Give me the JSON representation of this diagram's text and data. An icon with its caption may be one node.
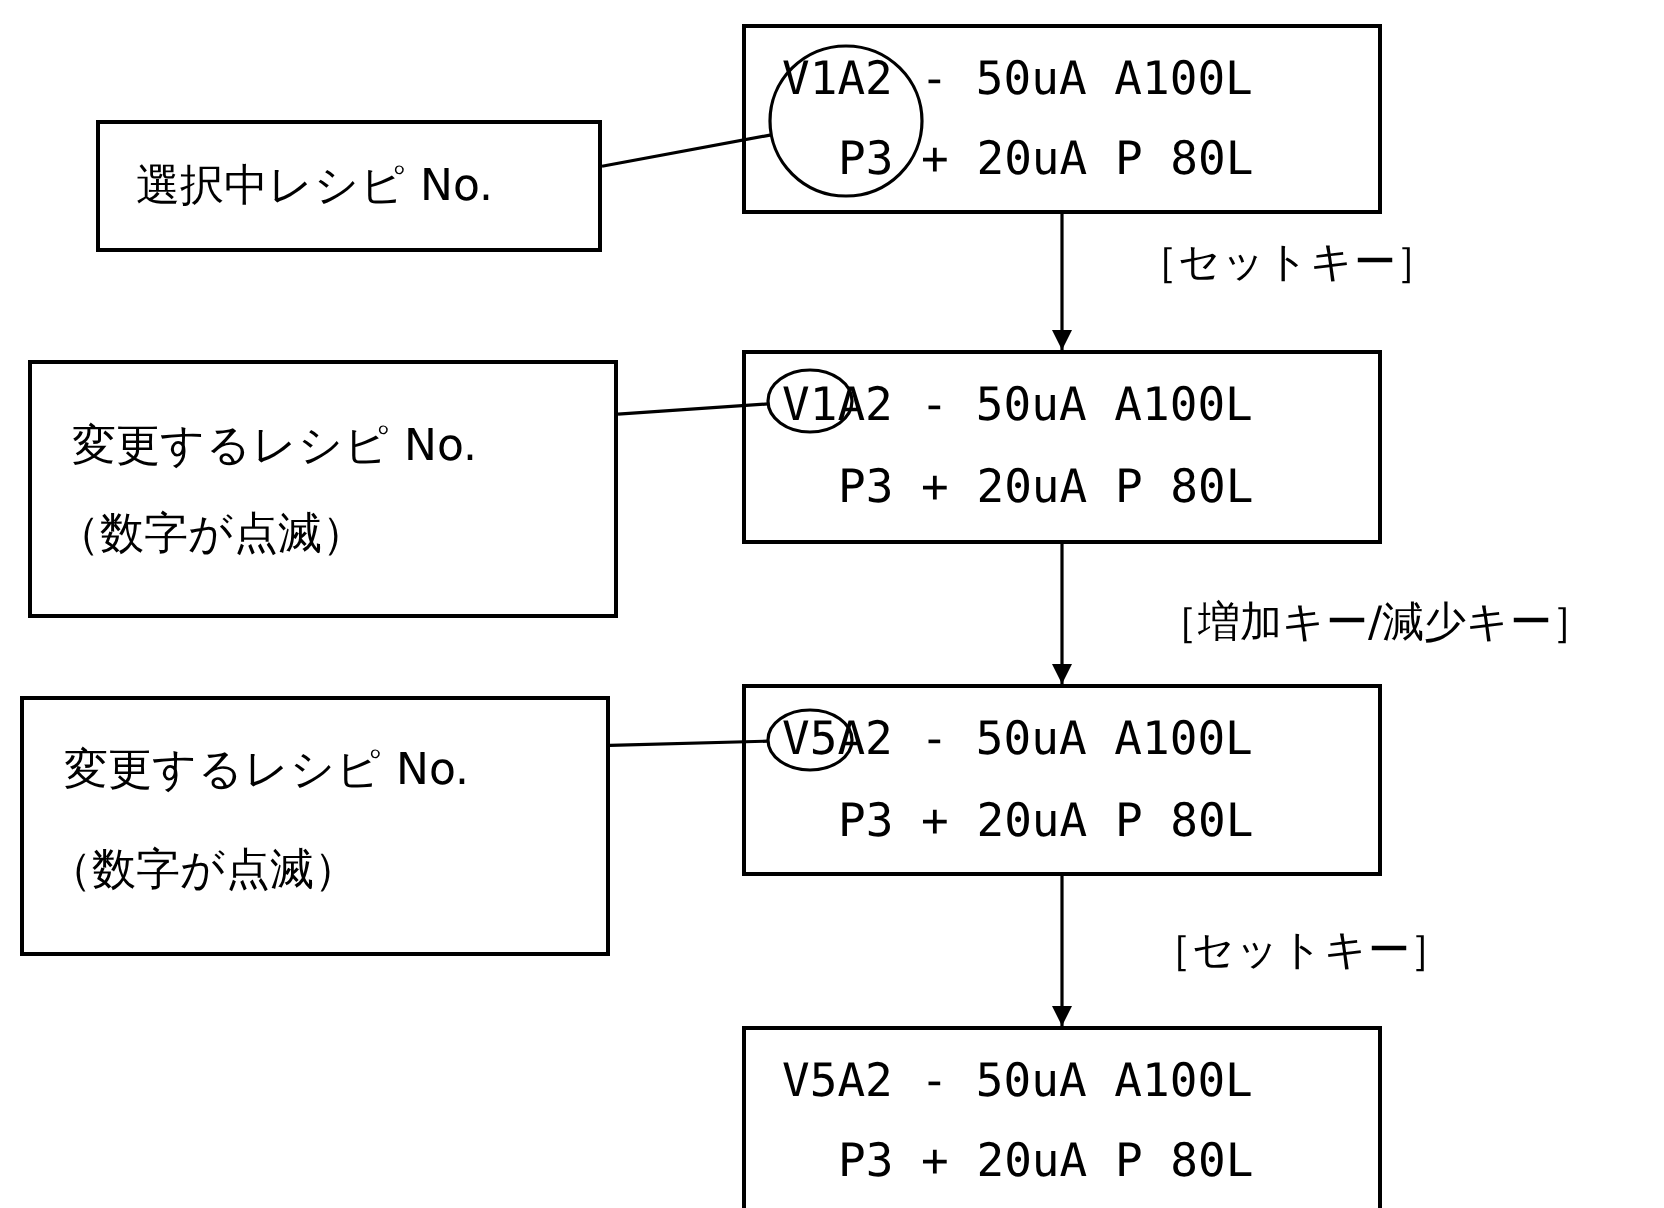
{
  "diagram": {
    "nodes": [
      {
        "text": [
          "V1A2 - 50uA A100L",
          "P3 + 20uA P 80L"
        ]
      },
      {
        "text": [],
        "shape": "circle",
        "in": 0
      },
      {
        "text": [
          "選択中レシピ No."
        ]
      },
      {
        "text": [
          "V1A2 - 50uA A100L",
          "P3 + 20uA P 80L"
        ]
      },
      {
        "text": [],
        "shape": "circle",
        "in": 3
      },
      {
        "text": [
          "変更するレシピ No.",
          "（数字が点滅）"
        ]
      },
      {
        "text": [
          "V5A2 - 50uA A100L",
          "P3 + 20uA P 80L"
        ]
      },
      {
        "text": [],
        "shape": "circle",
        "in": 6
      },
      {
        "text": [
          "変更するレシピ No.",
          "（数字が点滅）"
        ]
      },
      {
        "text": [
          "V5A2 - 50uA A100L",
          "P3 + 20uA P 80L"
        ]
      }
    ],
    "edges": [
      {
        "from": 2,
        "to": 1,
        "arrow": "none"
      },
      {
        "from": 5,
        "to": 4,
        "arrow": "none"
      },
      {
        "from": 8,
        "to": 7,
        "arrow": "none"
      },
      {
        "from": 0,
        "to": 3,
        "arrow": "to",
        "label": "［セットキー］"
      },
      {
        "from": 3,
        "to": 6,
        "arrow": "to",
        "label": "［増加キー/減少キー］"
      },
      {
        "from": 6,
        "to": 9,
        "arrow": "to",
        "label": "［セットキー］"
      }
    ]
  }
}
